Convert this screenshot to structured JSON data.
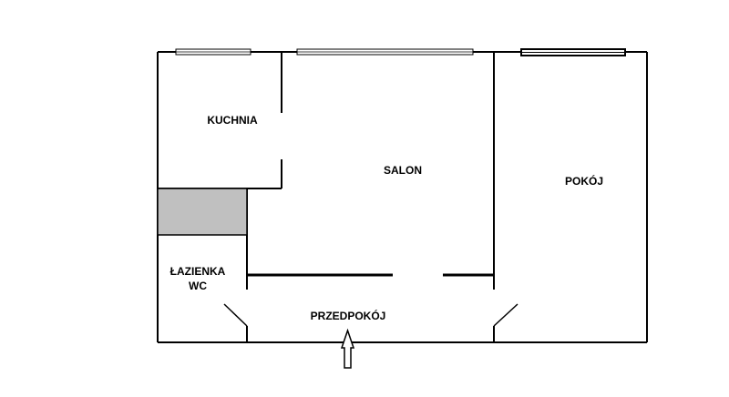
{
  "floor_plan": {
    "rooms": {
      "kitchen": "KUCHNIA",
      "living_room": "SALON",
      "room": "POKÓJ",
      "bathroom_line1": "ŁAZIENKA",
      "bathroom_line2": "WC",
      "hallway": "PRZEDPOKÓJ"
    },
    "colors": {
      "walls": "#000000",
      "shaded_area": "#c0c0c0",
      "background": "#ffffff"
    }
  }
}
